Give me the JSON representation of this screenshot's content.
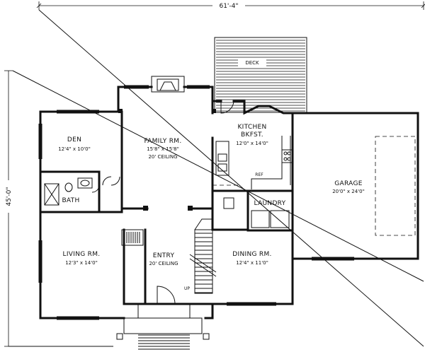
{
  "dimensions": {
    "overall_width": "61'-4\"",
    "overall_depth": "45'-0\""
  },
  "rooms": {
    "deck": {
      "name": "DECK"
    },
    "family": {
      "name": "FAMILY RM.",
      "size": "15'8\" x 15'8\"",
      "note": "20' CEILING"
    },
    "kitchen": {
      "name": "KITCHEN",
      "name2": "BKFST.",
      "size": "12'0\" x 14'0\""
    },
    "den": {
      "name": "DEN",
      "size": "12'4\" x 10'0\""
    },
    "bath": {
      "name": "BATH"
    },
    "laundry": {
      "name": "LAUNDRY"
    },
    "garage": {
      "name": "GARAGE",
      "size": "20'0\" x 24'0\""
    },
    "living": {
      "name": "LIVING RM.",
      "size": "12'3\" x 14'0\""
    },
    "entry": {
      "name": "ENTRY",
      "note": "20' CEILING"
    },
    "dining": {
      "name": "DINING RM.",
      "size": "12'4\" x 11'0\""
    }
  },
  "tags": {
    "ref": "REF",
    "up": "UP"
  }
}
